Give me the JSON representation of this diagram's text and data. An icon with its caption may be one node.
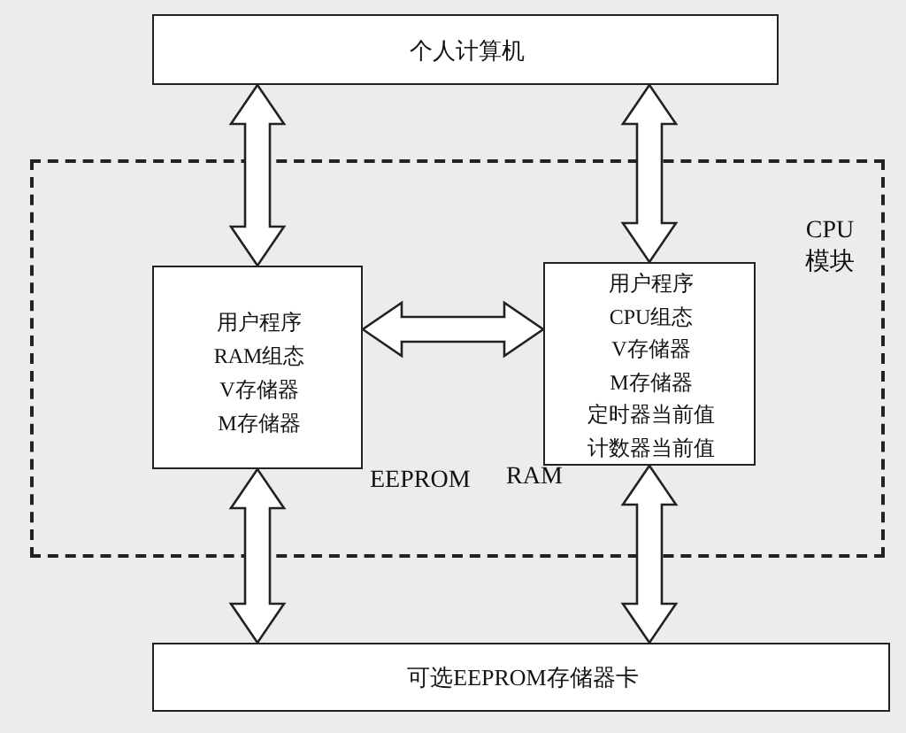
{
  "diagram": {
    "nodes": [
      {
        "text": [
          "个人计算机"
        ]
      },
      {
        "text": [
          "CPU 模块"
        ]
      },
      {
        "text": [
          "用户程序",
          "RAM组态",
          "V存储器",
          "M存储器"
        ],
        "in": 1,
        "beside": [
          "EEPROM"
        ]
      },
      {
        "text": [
          "用户程序",
          "CPU组态",
          "V存储器",
          "M存储器",
          "定时器当前值",
          "计数器当前值"
        ],
        "in": 1,
        "beside": [
          "RAM"
        ]
      },
      {
        "text": [
          "可选EEPROM存储器卡"
        ]
      }
    ],
    "edges": [
      {
        "from": 0,
        "to": 2,
        "arrow": "both"
      },
      {
        "from": 0,
        "to": 3,
        "arrow": "both"
      },
      {
        "from": 2,
        "to": 3,
        "arrow": "both"
      },
      {
        "from": 2,
        "to": 4,
        "arrow": "both"
      },
      {
        "from": 3,
        "to": 4,
        "arrow": "both"
      }
    ]
  }
}
